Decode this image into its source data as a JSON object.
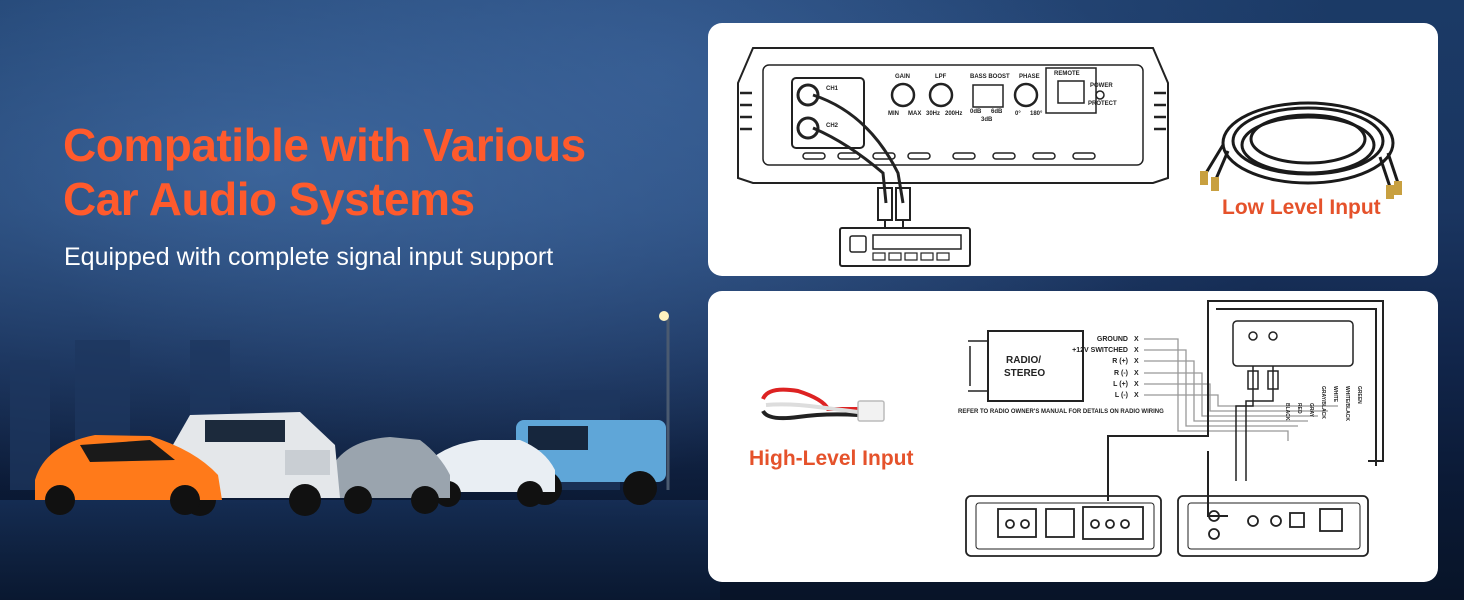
{
  "headline": {
    "line1": "Compatible with Various",
    "line2": "Car Audio Systems"
  },
  "subheadline": "Equipped with complete signal input support",
  "low_level": {
    "label": "Low Level Input",
    "amp_labels": {
      "ch1": "CH1",
      "ch2": "CH2",
      "gain": "GAIN",
      "gain_min": "MIN",
      "gain_max": "MAX",
      "lpf": "LPF",
      "lpf_min": "30Hz",
      "lpf_max": "200Hz",
      "bass_boost": "BASS BOOST",
      "bb_0": "0dB",
      "bb_6": "6dB",
      "bb_3": "3dB",
      "phase": "PHASE",
      "phase_0": "0°",
      "phase_180": "180°",
      "remote": "REMOTE",
      "power": "POWER",
      "protect": "PROTECT"
    }
  },
  "high_level": {
    "label": "High-Level Input",
    "radio": {
      "line1": "RADIO/",
      "line2": "STEREO"
    },
    "terminals": [
      "GROUND",
      "+12V SWITCHED",
      "R (+)",
      "R (-)",
      "L (+)",
      "L (-)"
    ],
    "terminal_mark": "X",
    "note": "REFER TO RADIO OWNER'S MANUAL FOR DETAILS ON RADIO WIRING",
    "wire_colors": [
      "BLACK",
      "RED",
      "GRAY",
      "GRAY/BLACK",
      "WHITE",
      "WHITE/BLACK",
      "GREEN"
    ]
  }
}
